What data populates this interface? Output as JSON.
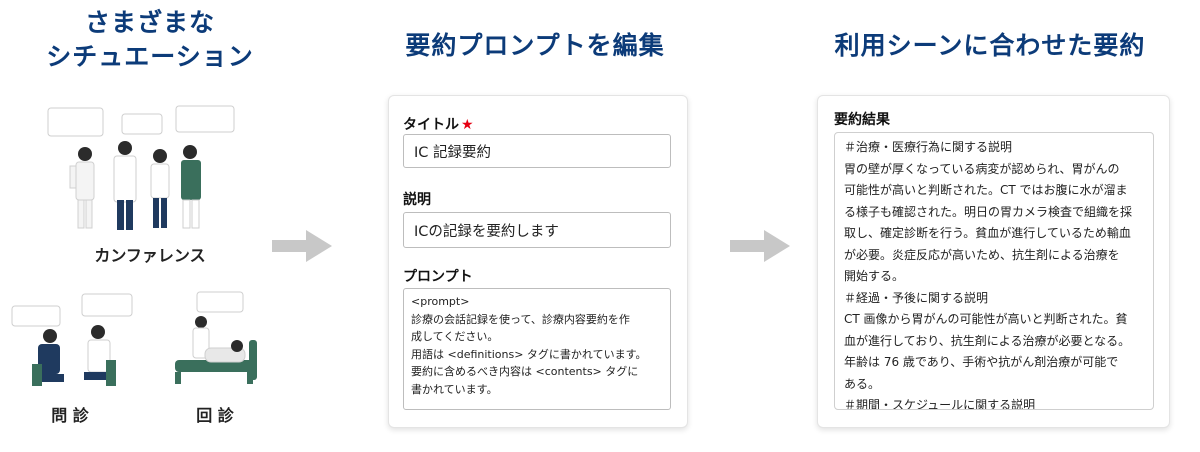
{
  "headings": {
    "left_line1": "さまざまな",
    "left_line2": "シチュエーション",
    "middle": "要約プロンプトを編集",
    "right": "利用シーンに合わせた要約"
  },
  "scenes": {
    "conference": "カンファレンス",
    "interview": "問 診",
    "rounds": "回 診"
  },
  "editor": {
    "title_label": "タイトル",
    "required_mark": "★",
    "title_value": "IC 記録要約",
    "description_label": "説明",
    "description_value": "ICの記録を要約します",
    "prompt_label": "プロンプト",
    "prompt_lines": [
      "<prompt>",
      "診療の会話記録を使って、診療内容要約を作",
      "成してください。",
      "用語は <definitions> タグに書かれています。",
      "要約に含めるべき内容は <contents> タグに",
      "書かれています。"
    ]
  },
  "result": {
    "label": "要約結果",
    "lines": [
      "＃治療・医療行為に関する説明",
      "胃の壁が厚くなっている病変が認められ、胃がんの",
      "可能性が高いと判断された。CT ではお腹に水が溜ま",
      "る様子も確認された。明日の胃カメラ検査で組織を採",
      "取し、確定診断を行う。貧血が進行しているため輸血",
      "が必要。炎症反応が高いため、抗生剤による治療を",
      "開始する。",
      "＃経過・予後に関する説明",
      "CT 画像から胃がんの可能性が高いと判断された。貧",
      "血が進行しており、抗生剤による治療が必要となる。",
      "年齢は 76 歳であり、手術や抗がん剤治療が可能で",
      "ある。",
      "＃期間・スケジュールに関する説明"
    ]
  },
  "colors": {
    "heading": "#0c3b79",
    "required": "#e60012",
    "arrow": "#c8c8c8",
    "uniform_dark": "#1f3a5f",
    "uniform_white": "#ffffff",
    "uniform_green": "#3a6f5c"
  }
}
